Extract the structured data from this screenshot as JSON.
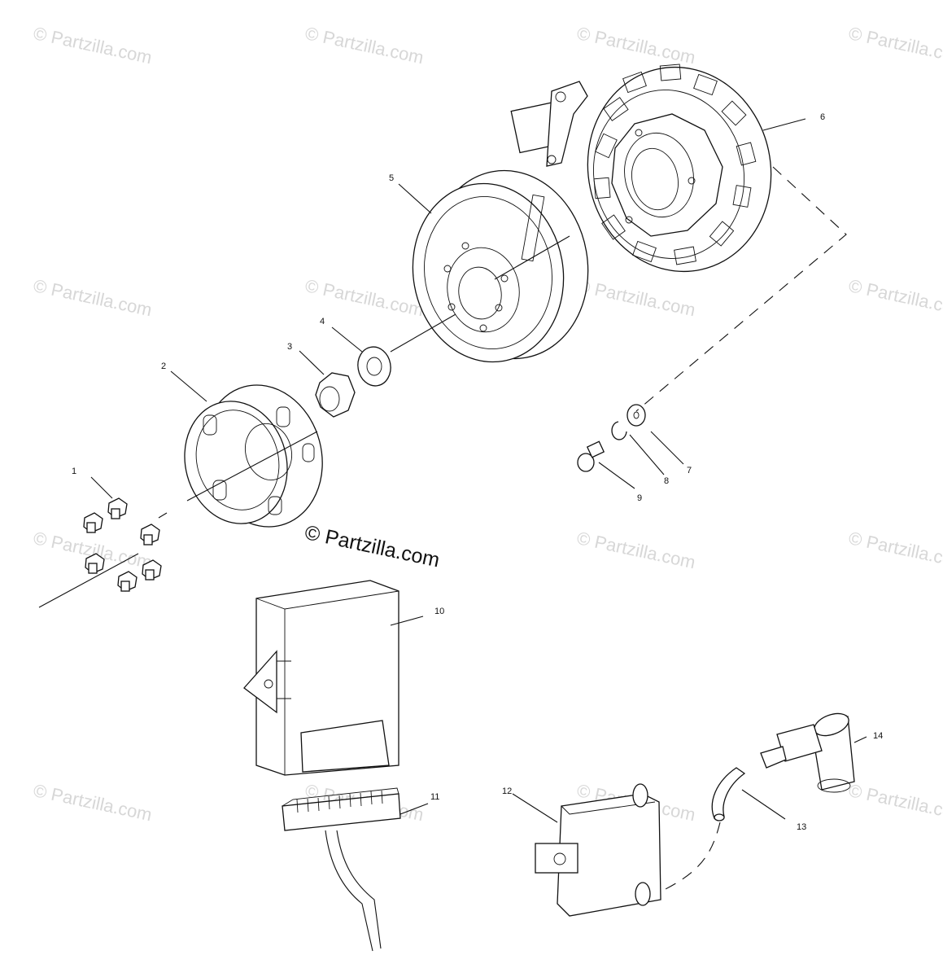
{
  "watermark": {
    "text": "© Partzilla.com",
    "center_text": "© Partzilla.com",
    "color": "#d7d7d7"
  },
  "callouts": [
    {
      "id": "1",
      "label": "1"
    },
    {
      "id": "2",
      "label": "2"
    },
    {
      "id": "3",
      "label": "3"
    },
    {
      "id": "4",
      "label": "4"
    },
    {
      "id": "5",
      "label": "5"
    },
    {
      "id": "6",
      "label": "6"
    },
    {
      "id": "7",
      "label": "7"
    },
    {
      "id": "8",
      "label": "8"
    },
    {
      "id": "9",
      "label": "9"
    },
    {
      "id": "10",
      "label": "10"
    },
    {
      "id": "11",
      "label": "11"
    },
    {
      "id": "12",
      "label": "12"
    },
    {
      "id": "13",
      "label": "13"
    },
    {
      "id": "14",
      "label": "14"
    }
  ]
}
